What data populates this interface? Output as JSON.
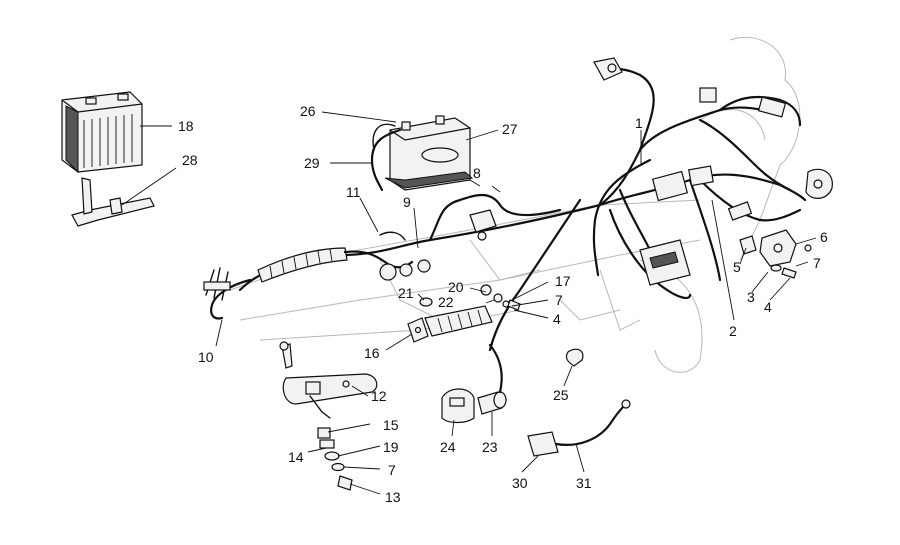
{
  "callouts": [
    {
      "id": "c1",
      "text": "1"
    },
    {
      "id": "c2",
      "text": "2"
    },
    {
      "id": "c3",
      "text": "3"
    },
    {
      "id": "c4a",
      "text": "4"
    },
    {
      "id": "c4b",
      "text": "4"
    },
    {
      "id": "c5",
      "text": "5"
    },
    {
      "id": "c6",
      "text": "6"
    },
    {
      "id": "c7a",
      "text": "7"
    },
    {
      "id": "c7b",
      "text": "7"
    },
    {
      "id": "c7c",
      "text": "7"
    },
    {
      "id": "c8",
      "text": "8"
    },
    {
      "id": "c9",
      "text": "9"
    },
    {
      "id": "c10",
      "text": "10"
    },
    {
      "id": "c11",
      "text": "11"
    },
    {
      "id": "c12",
      "text": "12"
    },
    {
      "id": "c13",
      "text": "13"
    },
    {
      "id": "c14",
      "text": "14"
    },
    {
      "id": "c15",
      "text": "15"
    },
    {
      "id": "c16",
      "text": "16"
    },
    {
      "id": "c17",
      "text": "17"
    },
    {
      "id": "c18",
      "text": "18"
    },
    {
      "id": "c19",
      "text": "19"
    },
    {
      "id": "c20",
      "text": "20"
    },
    {
      "id": "c21",
      "text": "21"
    },
    {
      "id": "c22",
      "text": "22"
    },
    {
      "id": "c23",
      "text": "23"
    },
    {
      "id": "c24",
      "text": "24"
    },
    {
      "id": "c25",
      "text": "25"
    },
    {
      "id": "c26",
      "text": "26"
    },
    {
      "id": "c27",
      "text": "27"
    },
    {
      "id": "c28",
      "text": "28"
    },
    {
      "id": "c29",
      "text": "29"
    },
    {
      "id": "c30",
      "text": "30"
    },
    {
      "id": "c31",
      "text": "31"
    }
  ]
}
